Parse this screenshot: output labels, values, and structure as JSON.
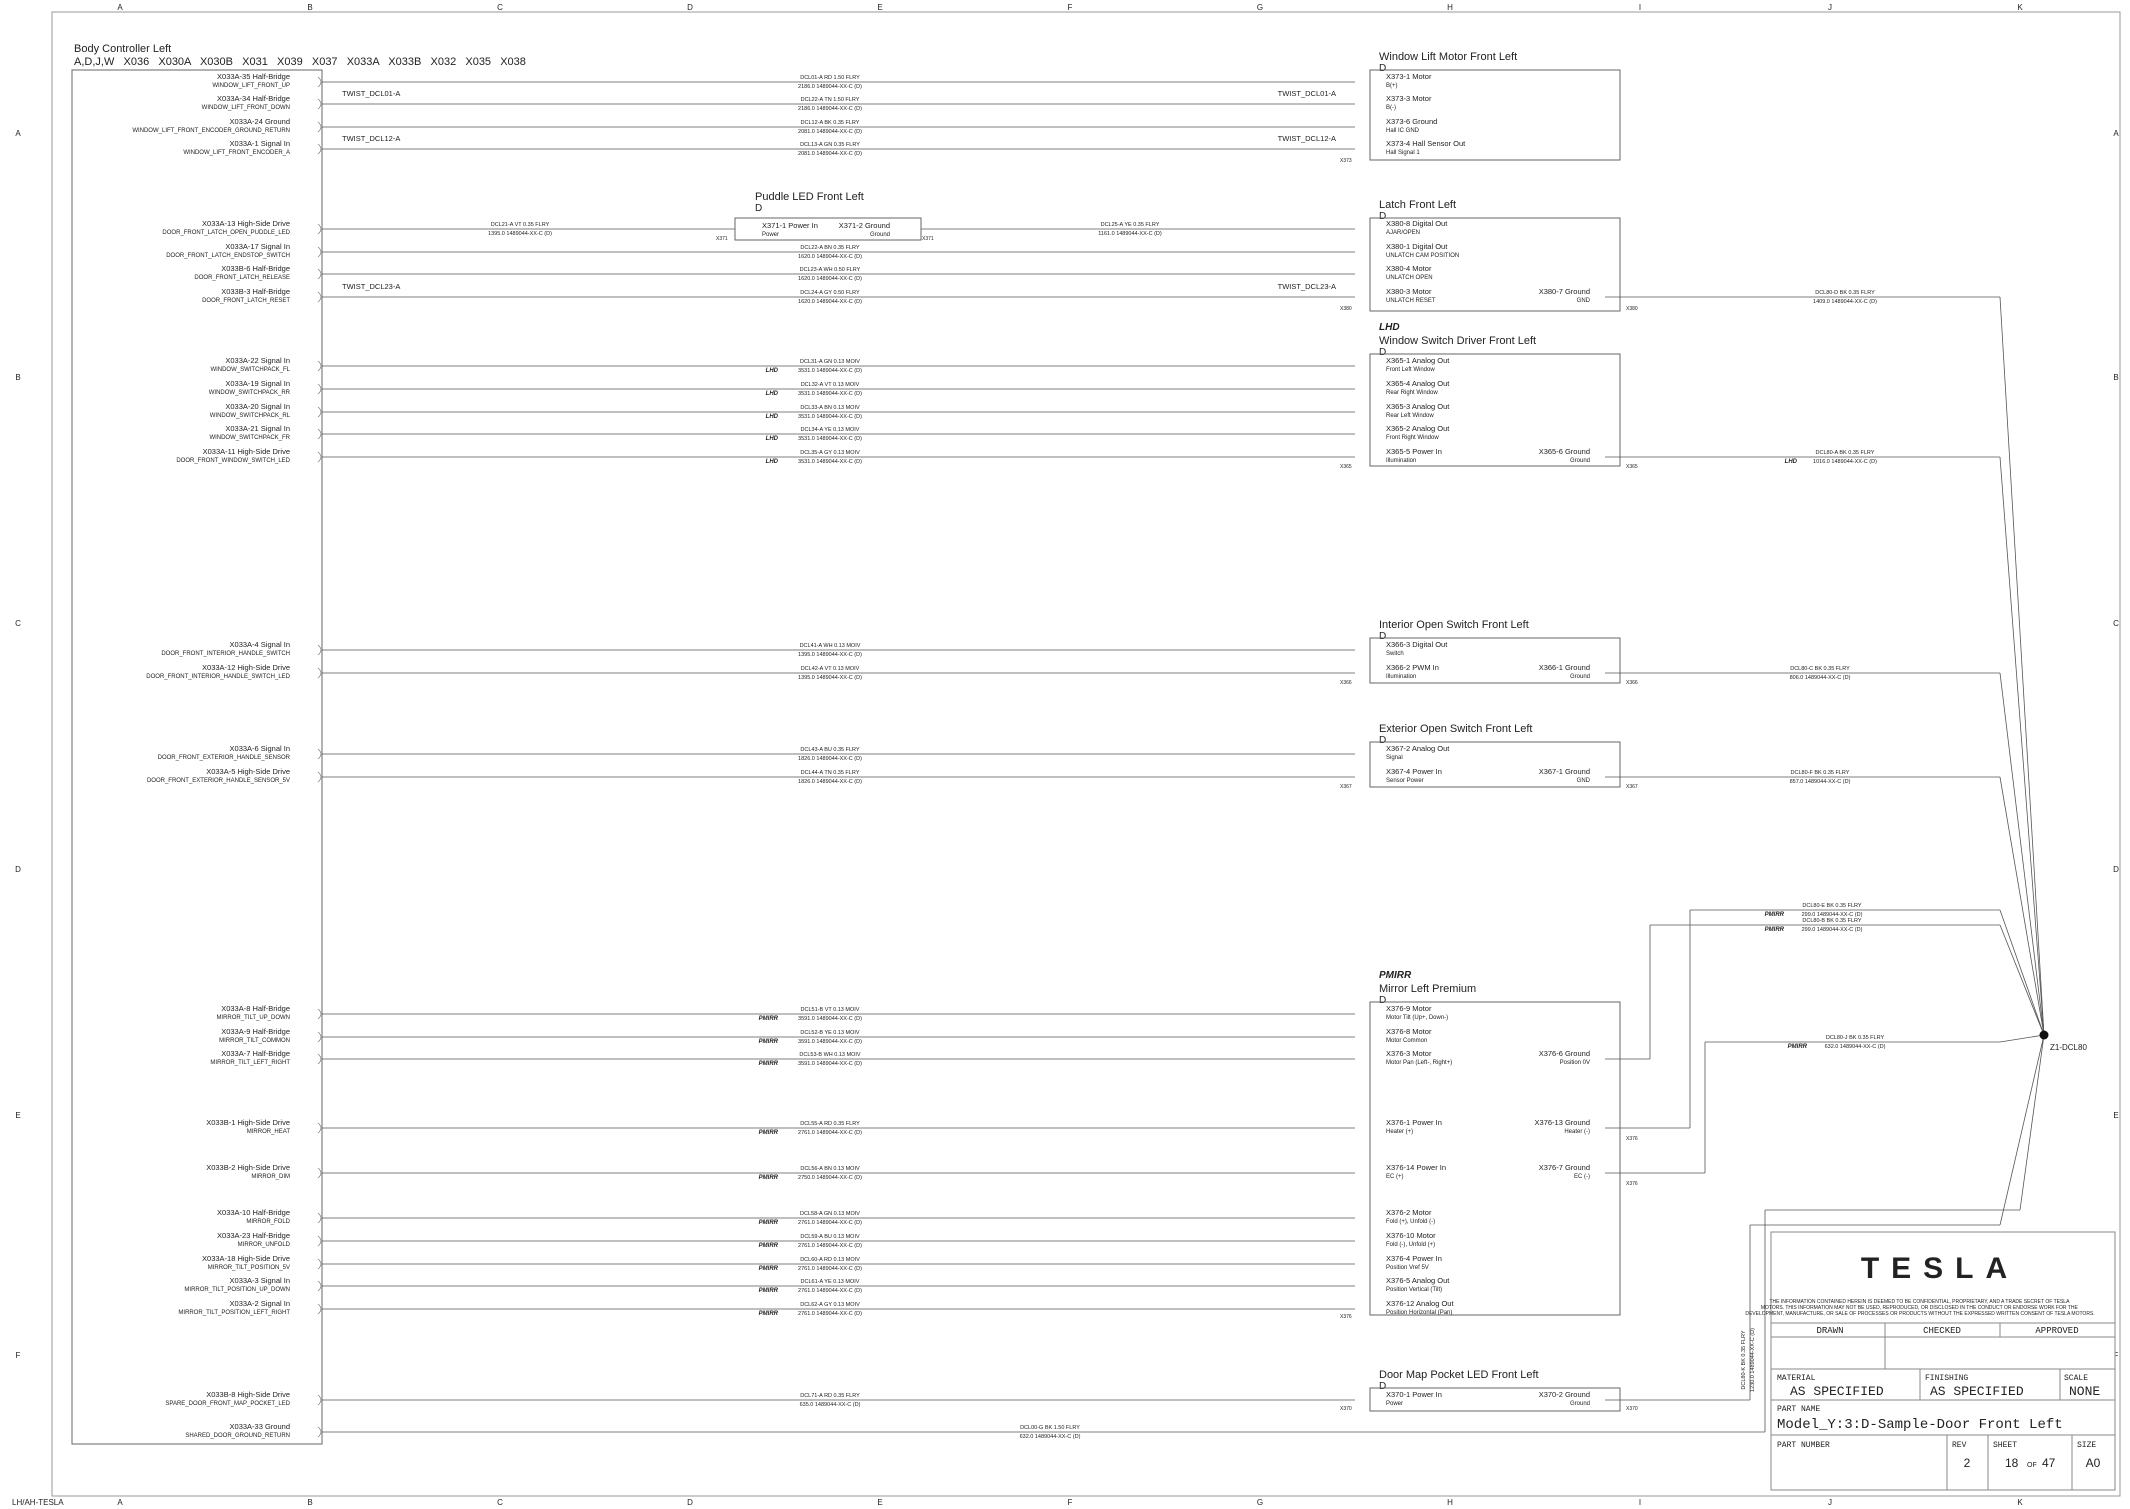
{
  "grid": {
    "columns": [
      "A",
      "B",
      "C",
      "D",
      "E",
      "F",
      "G",
      "H",
      "I",
      "J",
      "K"
    ],
    "rows": [
      "A",
      "B",
      "C",
      "D",
      "E",
      "F"
    ]
  },
  "controller": {
    "title": "Body Controller Left",
    "subtitle": "A,D,J,W   X036   X030A   X030B   X031   X039   X037   X033A   X033B   X032   X035   X038"
  },
  "pins": [
    {
      "name": "X033A-35 Half-Bridge",
      "sig": "WINDOW_LIFT_FRONT_UP"
    },
    {
      "name": "X033A-34 Half-Bridge",
      "sig": "WINDOW_LIFT_FRONT_DOWN"
    },
    {
      "name": "X033A-24 Ground",
      "sig": "WINDOW_LIFT_FRONT_ENCODER_GROUND_RETURN"
    },
    {
      "name": "X033A-1 Signal In",
      "sig": "WINDOW_LIFT_FRONT_ENCODER_A"
    },
    {
      "name": "X033A-13 High-Side Drive",
      "sig": "DOOR_FRONT_LATCH_OPEN_PUDDLE_LED"
    },
    {
      "name": "X033A-17 Signal In",
      "sig": "DOOR_FRONT_LATCH_ENDSTOP_SWITCH"
    },
    {
      "name": "X033B-6 Half-Bridge",
      "sig": "DOOR_FRONT_LATCH_RELEASE"
    },
    {
      "name": "X033B-3 Half-Bridge",
      "sig": "DOOR_FRONT_LATCH_RESET"
    },
    {
      "name": "X033A-22 Signal In",
      "sig": "WINDOW_SWITCHPACK_FL"
    },
    {
      "name": "X033A-19 Signal In",
      "sig": "WINDOW_SWITCHPACK_RR"
    },
    {
      "name": "X033A-20 Signal In",
      "sig": "WINDOW_SWITCHPACK_RL"
    },
    {
      "name": "X033A-21 Signal In",
      "sig": "WINDOW_SWITCHPACK_FR"
    },
    {
      "name": "X033A-11 High-Side Drive",
      "sig": "DOOR_FRONT_WINDOW_SWITCH_LED"
    },
    {
      "name": "X033A-4 Signal In",
      "sig": "DOOR_FRONT_INTERIOR_HANDLE_SWITCH"
    },
    {
      "name": "X033A-12 High-Side Drive",
      "sig": "DOOR_FRONT_INTERIOR_HANDLE_SWITCH_LED"
    },
    {
      "name": "X033A-6 Signal In",
      "sig": "DOOR_FRONT_EXTERIOR_HANDLE_SENSOR"
    },
    {
      "name": "X033A-5 High-Side Drive",
      "sig": "DOOR_FRONT_EXTERIOR_HANDLE_SENSOR_5V"
    },
    {
      "name": "X033A-8 Half-Bridge",
      "sig": "MIRROR_TILT_UP_DOWN"
    },
    {
      "name": "X033A-9 Half-Bridge",
      "sig": "MIRROR_TILT_COMMON"
    },
    {
      "name": "X033A-7 Half-Bridge",
      "sig": "MIRROR_TILT_LEFT_RIGHT"
    },
    {
      "name": "X033B-1 High-Side Drive",
      "sig": "MIRROR_HEAT"
    },
    {
      "name": "X033B-2 High-Side Drive",
      "sig": "MIRROR_DIM"
    },
    {
      "name": "X033A-10 Half-Bridge",
      "sig": "MIRROR_FOLD"
    },
    {
      "name": "X033A-23 Half-Bridge",
      "sig": "MIRROR_UNFOLD"
    },
    {
      "name": "X033A-18 High-Side Drive",
      "sig": "MIRROR_TILT_POSITION_5V"
    },
    {
      "name": "X033A-3 Signal In",
      "sig": "MIRROR_TILT_POSITION_UP_DOWN"
    },
    {
      "name": "X033A-2 Signal In",
      "sig": "MIRROR_TILT_POSITION_LEFT_RIGHT"
    },
    {
      "name": "X033B-8 High-Side Drive",
      "sig": "SPARE_DOOR_FRONT_MAP_POCKET_LED"
    },
    {
      "name": "X033A-33 Ground",
      "sig": "SHARED_DOOR_GROUND_RETURN"
    }
  ],
  "wires": [
    {
      "id": "DCL01-A   RD   1.50   FLRY",
      "len": "2186.0    1489044-XX-C (D)",
      "prefix": ""
    },
    {
      "id": "DCL22-A   TN   1.50   FLRY",
      "len": "2186.0    1489044-XX-C (D)",
      "prefix": ""
    },
    {
      "id": "DCL12-A   BK   0.35   FLRY",
      "len": "2081.0    1489044-XX-C (D)",
      "prefix": ""
    },
    {
      "id": "DCL13-A   GN   0.35   FLRY",
      "len": "2081.0    1489044-XX-C (D)",
      "prefix": ""
    },
    {
      "id": "DCL21-A   VT   0.35   FLRY",
      "len": "1395.0    1489044-XX-C (D)",
      "prefix": ""
    },
    {
      "id": "DCL22-A   BN   0.35   FLRY",
      "len": "1620.0    1489044-XX-C (D)",
      "prefix": ""
    },
    {
      "id": "DCL23-A   WH   0.50   FLRY",
      "len": "1620.0    1489044-XX-C (D)",
      "prefix": ""
    },
    {
      "id": "DCL24-A   GY   0.50   FLRY",
      "len": "1620.0    1489044-XX-C (D)",
      "prefix": ""
    },
    {
      "id": "DCL31-A   GN   0.13   MOIV",
      "len": "3531.0    1489044-XX-C (D)",
      "prefix": "LHD"
    },
    {
      "id": "DCL32-A   VT   0.13   MOIV",
      "len": "3531.0    1489044-XX-C (D)",
      "prefix": "LHD"
    },
    {
      "id": "DCL33-A   BN   0.13   MOIV",
      "len": "3531.0    1489044-XX-C (D)",
      "prefix": "LHD"
    },
    {
      "id": "DCL34-A   YE   0.13   MOIV",
      "len": "3531.0    1489044-XX-C (D)",
      "prefix": "LHD"
    },
    {
      "id": "DCL35-A   GY   0.13   MOIV",
      "len": "3531.0    1489044-XX-C (D)",
      "prefix": "LHD"
    },
    {
      "id": "DCL41-A   WH   0.13   MOIV",
      "len": "1395.0    1489044-XX-C (D)",
      "prefix": ""
    },
    {
      "id": "DCL42-A   VT   0.13   MOIV",
      "len": "1395.0    1489044-XX-C (D)",
      "prefix": ""
    },
    {
      "id": "DCL43-A   BU   0.35   FLRY",
      "len": "1826.0    1489044-XX-C (D)",
      "prefix": ""
    },
    {
      "id": "DCL44-A   TN   0.35   FLRY",
      "len": "1826.0    1489044-XX-C (D)",
      "prefix": ""
    },
    {
      "id": "DCL51-B   VT   0.13   MOIV",
      "len": "3591.0    1489044-XX-C (D)",
      "prefix": "PMIRR"
    },
    {
      "id": "DCL52-B   YE   0.13   MOIV",
      "len": "3591.0    1489044-XX-C (D)",
      "prefix": "PMIRR"
    },
    {
      "id": "DCL53-B   WH   0.13   MOIV",
      "len": "3591.0    1489044-XX-C (D)",
      "prefix": "PMIRR"
    },
    {
      "id": "DCL55-A   RD   0.35   FLRY",
      "len": "2761.0    1489044-XX-C (D)",
      "prefix": "PMIRR"
    },
    {
      "id": "DCL56-A   BN   0.13   MOIV",
      "len": "2750.0    1489044-XX-C (D)",
      "prefix": "PMIRR"
    },
    {
      "id": "DCL58-A   GN   0.13   MOIV",
      "len": "2761.0    1489044-XX-C (D)",
      "prefix": "PMIRR"
    },
    {
      "id": "DCL59-A   BU   0.13   MOIV",
      "len": "2761.0    1489044-XX-C (D)",
      "prefix": "PMIRR"
    },
    {
      "id": "DCL60-A   RD   0.13   MOIV",
      "len": "2761.0    1489044-XX-C (D)",
      "prefix": "PMIRR"
    },
    {
      "id": "DCL61-A   YE   0.13   MOIV",
      "len": "2761.0    1489044-XX-C (D)",
      "prefix": "PMIRR"
    },
    {
      "id": "DCL62-A   GY   0.13   MOIV",
      "len": "2761.0    1489044-XX-C (D)",
      "prefix": "PMIRR"
    },
    {
      "id": "DCL71-A   RD   0.35   FLRY",
      "len": "635.0    1489044-XX-C (D)",
      "prefix": ""
    },
    {
      "id": "DCL00-G   BK   1.50   FLRY",
      "len": "632.0    1489044-XX-C (D)",
      "prefix": ""
    }
  ],
  "twists": [
    "TWIST_DCL01-A",
    "TWIST_DCL12-A",
    "TWIST_DCL23-A"
  ],
  "comps": {
    "window_lift": {
      "title": "Window Lift Motor Front Left",
      "sub": "D",
      "conn": "X373",
      "pins": [
        [
          "X373-1 Motor",
          "B(+)"
        ],
        [
          "X373-3 Motor",
          "B(-)"
        ],
        [
          "X373-6 Ground",
          "Hall IC GND"
        ],
        [
          "X373-4 Hall Sensor Out",
          "Hall Signal 1"
        ]
      ]
    },
    "puddle": {
      "title": "Puddle LED Front Left",
      "sub": "D",
      "conn": "X371",
      "in": [
        "X371-1 Power In",
        "Power"
      ],
      "out": [
        "X371-2 Ground",
        "Ground"
      ]
    },
    "latch": {
      "title": "Latch Front Left",
      "sub": "D",
      "conn": "X380",
      "pins": [
        [
          "X380-8 Digital Out",
          "AJAR/OPEN"
        ],
        [
          "X380-1 Digital Out",
          "UNLATCH CAM POSITION"
        ],
        [
          "X380-4 Motor",
          "UNLATCH OPEN"
        ],
        [
          "X380-3 Motor",
          "UNLATCH RESET"
        ]
      ],
      "gnd": [
        "X380-7 Ground",
        "GND"
      ]
    },
    "window_switch": {
      "tag": "LHD",
      "title": "Window Switch Driver Front Left",
      "sub": "D",
      "conn": "X365",
      "pins": [
        [
          "X365-1 Analog Out",
          "Front Left Window"
        ],
        [
          "X365-4 Analog Out",
          "Rear Right Window"
        ],
        [
          "X365-3 Analog Out",
          "Rear Left Window"
        ],
        [
          "X365-2 Analog Out",
          "Front Right Window"
        ],
        [
          "X365-5 Power In",
          "Illumination"
        ]
      ],
      "gnd": [
        "X365-6 Ground",
        "Ground"
      ]
    },
    "interior": {
      "title": "Interior Open Switch Front Left",
      "sub": "D",
      "conn": "X366",
      "pins": [
        [
          "X366-3 Digital Out",
          "Switch"
        ],
        [
          "X366-2 PWM In",
          "Illumination"
        ]
      ],
      "gnd": [
        "X366-1 Ground",
        "Ground"
      ]
    },
    "exterior": {
      "title": "Exterior Open Switch Front Left",
      "sub": "D",
      "conn": "X367",
      "pins": [
        [
          "X367-2 Analog Out",
          "Signal"
        ],
        [
          "X367-4 Power In",
          "Sensor Power"
        ]
      ],
      "gnd": [
        "X367-1 Ground",
        "GND"
      ]
    },
    "mirror": {
      "tag": "PMIRR",
      "title": "Mirror Left Premium",
      "sub": "D",
      "conn": "X376",
      "pins": [
        [
          "X376-9 Motor",
          "Motor Tilt (Up+, Down-)"
        ],
        [
          "X376-8 Motor",
          "Motor Common"
        ],
        [
          "X376-3 Motor",
          "Motor Pan (Left-, Right+)"
        ],
        [
          "X376-1 Power In",
          "Heater (+)"
        ],
        [
          "X376-14 Power In",
          "EC (+)"
        ],
        [
          "X376-2 Motor",
          "Fold (+), Unfold (-)"
        ],
        [
          "X376-10 Motor",
          "Fold (-), Unfold (+)"
        ],
        [
          "X376-4 Power In",
          "Position Vref 5V"
        ],
        [
          "X376-5 Analog Out",
          "Position Vertical (Tilt)"
        ],
        [
          "X376-12 Analog Out",
          "Position Horizontal (Pan)"
        ]
      ],
      "gnds": [
        [
          "X376-6 Ground",
          "Position 0V"
        ],
        [
          "X376-13 Ground",
          "Heater (-)"
        ],
        [
          "X376-7 Ground",
          "EC (-)"
        ]
      ]
    },
    "map_pocket": {
      "title": "Door Map Pocket LED Front Left",
      "sub": "D",
      "conn": "X370",
      "in": [
        "X370-1 Power In",
        "Power"
      ],
      "gnd": [
        "X370-2 Ground",
        "Ground"
      ]
    }
  },
  "gnd_wires": [
    {
      "id": "DCL80-D   BK   0.35   FLRY",
      "len": "1409.0    1489044-XX-C (D)",
      "prefix": ""
    },
    {
      "id": "DCL80-A   BK   0.35   FLRY",
      "len": "1016.0    1489044-XX-C (D)",
      "prefix": "LHD"
    },
    {
      "id": "DCL80-C   BK   0.35   FLRY",
      "len": "806.0    1489044-XX-C (D)",
      "prefix": ""
    },
    {
      "id": "DCL80-F   BK   0.35   FLRY",
      "len": "857.0    1489044-XX-C (D)",
      "prefix": ""
    },
    {
      "id": "DCL80-E   BK   0.35   FLRY",
      "len": "299.0    1489044-XX-C (D)",
      "prefix": "PMIRR"
    },
    {
      "id": "DCL80-B   BK   0.35   FLRY",
      "len": "299.0    1489044-XX-C (D)",
      "prefix": "PMIRR"
    },
    {
      "id": "DCL80-J   BK   0.35   FLRY",
      "len": "632.0    1489044-XX-C (D)",
      "prefix": "PMIRR"
    }
  ],
  "splice": {
    "label": "Z1-DCL80",
    "vwire": "DCL80-K   BK   0.35   FLRY",
    "vlen": "1230.0    1489044-XX-C (D)"
  },
  "title_block": {
    "logo": "TESLA",
    "disclaimer": "THE INFORMATION CONTAINED HEREIN IS DEEMED TO BE CONFIDENTIAL, PROPRIETARY, AND A TRADE SECRET OF TESLA MOTORS. THIS INFORMATION MAY NOT BE USED, REPRODUCED, OR DISCLOSED IN THE CONDUCT OR ENDORSE WORK FOR THE DEVELOPMENT, MANUFACTURE, OR SALE OF PROCESSES OR PRODUCTS WITHOUT THE EXPRESSED WRITTEN CONSENT OF TESLA MOTORS.",
    "drawn": "DRAWN",
    "checked": "CHECKED",
    "approved": "APPROVED",
    "material_label": "MATERIAL",
    "material": "AS SPECIFIED",
    "finishing_label": "FINISHING",
    "finishing": "AS SPECIFIED",
    "scale_label": "SCALE",
    "scale": "NONE",
    "part_name_label": "PART NAME",
    "part_name": "Model_Y:3:D-Sample-Door Front Left",
    "part_number_label": "PART NUMBER",
    "rev_label": "REV",
    "rev": "2",
    "sheet_label": "SHEET",
    "sheet": "18",
    "of": "OF",
    "total": "47",
    "size_label": "SIZE",
    "size": "A0"
  },
  "footer_mark": "LH/AH-TESLA"
}
